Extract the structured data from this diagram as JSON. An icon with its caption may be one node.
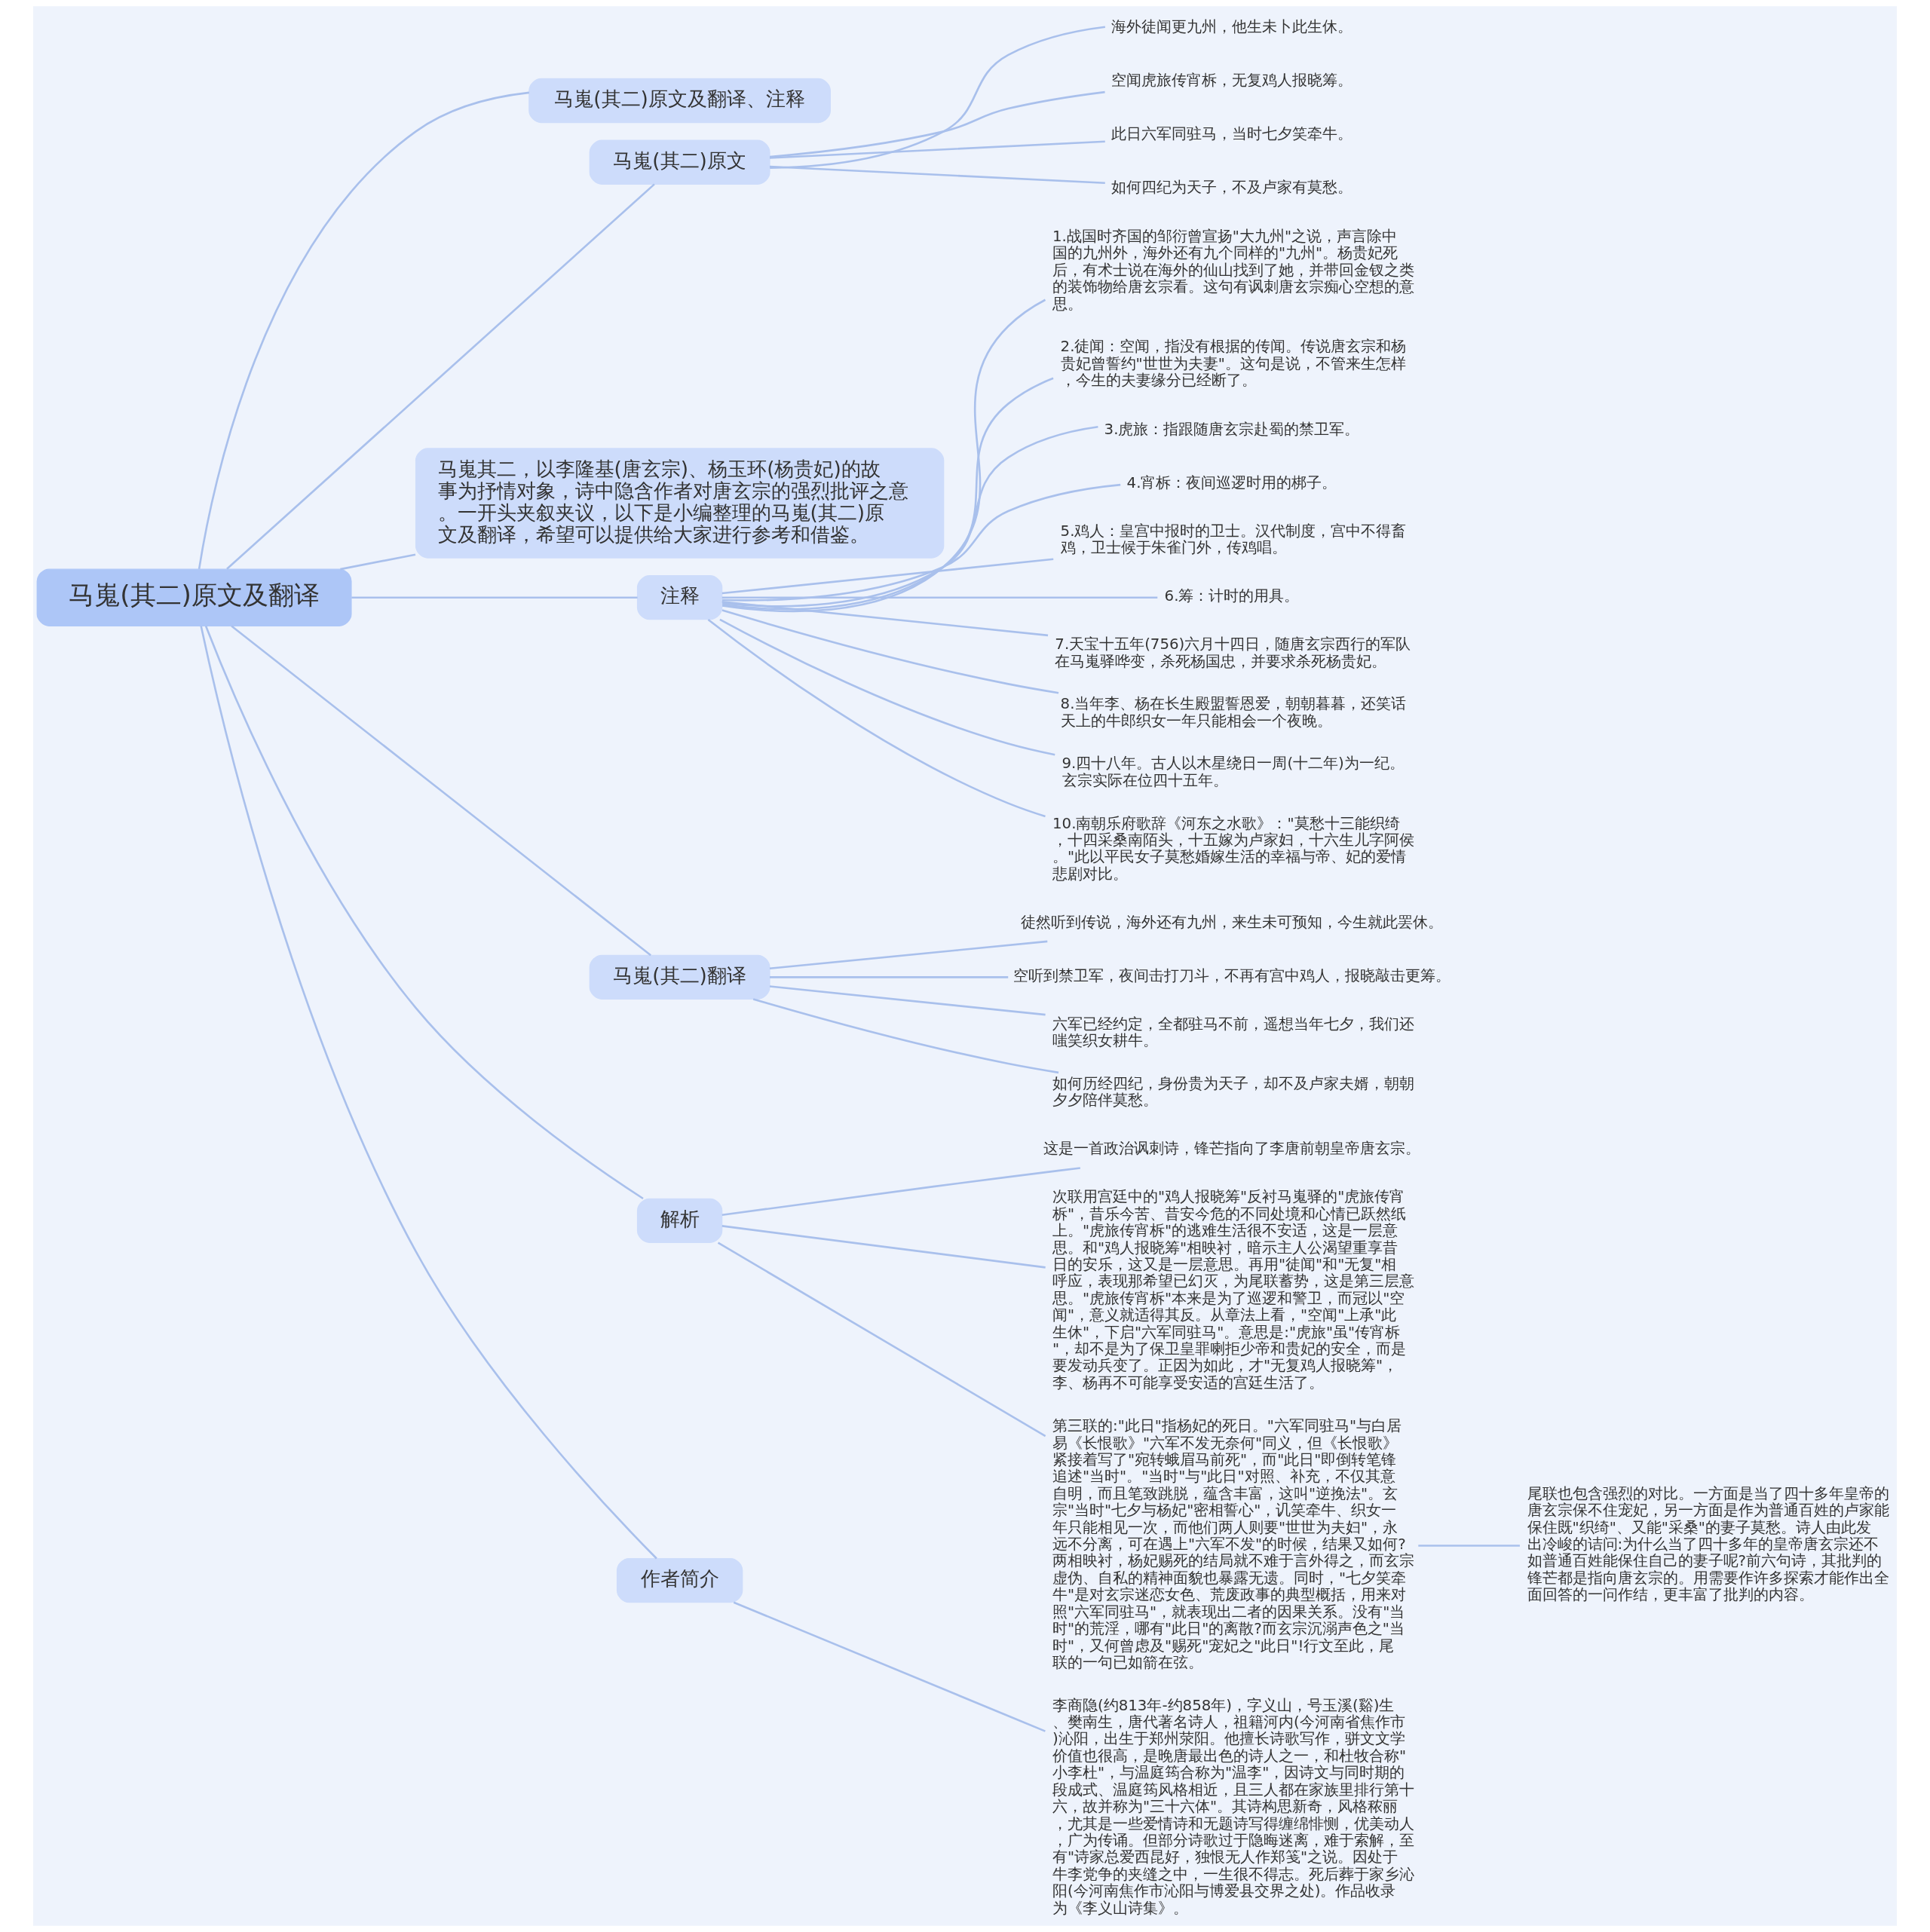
{
  "diagram": {
    "nodes": [
      {
        "text": [
          "马嵬(其二)原文及翻译"
        ]
      },
      {
        "text": [
          "马嵬(其二)原文及翻译、注释"
        ]
      },
      {
        "text": [
          "马嵬(其二)原文"
        ]
      },
      {
        "text": [
          "海外徒闻更九州，他生未卜此生休。"
        ]
      },
      {
        "text": [
          "空闻虎旅传宵柝，无复鸡人报晓筹。"
        ]
      },
      {
        "text": [
          "此日六军同驻马，当时七夕笑牵牛。"
        ]
      },
      {
        "text": [
          "如何四纪为天子，不及卢家有莫愁。"
        ]
      },
      {
        "text": [
          "马嵬其二，以李隆基(唐玄宗)、杨玉环(杨贵妃)的故事为抒情对象，诗中隐含作者对唐玄宗的强烈批评之意。一开头夹叙夹议，以下是小编整理的马嵬(其二)原文及翻译，希望可以提供给大家进行参考和借鉴。"
        ]
      },
      {
        "text": [
          "注释"
        ]
      },
      {
        "text": [
          "1.战国时齐国的邹衍曾宣扬\"大九州\"之说，声言除中国的九州外，海外还有九个同样的\"九州\"。杨贵妃死后，有术士说在海外的仙山找到了她，并带回金钗之类的装饰物给唐玄宗看。这句有讽刺唐玄宗痴心空想的意思。"
        ]
      },
      {
        "text": [
          "2.徒闻：空闻，指没有根据的传闻。传说唐玄宗和杨贵妃曾誓约\"世世为夫妻\"。这句是说，不管来生怎样，今生的夫妻缘分已经断了。"
        ]
      },
      {
        "text": [
          "3.虎旅：指跟随唐玄宗赴蜀的禁卫军。"
        ]
      },
      {
        "text": [
          "4.宵柝：夜间巡逻时用的梆子。"
        ]
      },
      {
        "text": [
          "5.鸡人：皇宫中报时的卫士。汉代制度，宫中不得畜鸡，卫士候于朱雀门外，传鸡唱。"
        ]
      },
      {
        "text": [
          "6.筹：计时的用具。"
        ]
      },
      {
        "text": [
          "7.天宝十五年(756)六月十四日，随唐玄宗西行的军队在马嵬驿哗变，杀死杨国忠，并要求杀死杨贵妃。"
        ]
      },
      {
        "text": [
          "8.当年李、杨在长生殿盟誓恩爱，朝朝暮暮，还笑话天上的牛郎织女一年只能相会一个夜晚。"
        ]
      },
      {
        "text": [
          "9.四十八年。古人以木星绕日一周(十二年)为一纪。玄宗实际在位四十五年。"
        ]
      },
      {
        "text": [
          "10.南朝乐府歌辞《河东之水歌》：\"莫愁十三能织绮，十四采桑南陌头，十五嫁为卢家妇，十六生儿字阿侯。\"此以平民女子莫愁婚嫁生活的幸福与帝、妃的爱情悲剧对比。"
        ]
      },
      {
        "text": [
          "马嵬(其二)翻译"
        ]
      },
      {
        "text": [
          "徒然听到传说，海外还有九州，来生未可预知，今生就此罢休。"
        ]
      },
      {
        "text": [
          "空听到禁卫军，夜间击打刀斗，不再有宫中鸡人，报晓敲击更筹。"
        ]
      },
      {
        "text": [
          "六军已经约定，全都驻马不前，遥想当年七夕，我们还嗤笑织女耕牛。"
        ]
      },
      {
        "text": [
          "如何历经四纪，身份贵为天子，却不及卢家夫婿，朝朝夕夕陪伴莫愁。"
        ]
      },
      {
        "text": [
          "解析"
        ]
      },
      {
        "text": [
          "这是一首政治讽刺诗，锋芒指向了李唐前朝皇帝唐玄宗。"
        ]
      },
      {
        "text": [
          "次联用宫廷中的\"鸡人报晓筹\"反衬马嵬驿的\"虎旅传宵柝\"，昔乐今苦、昔安今危的不同处境和心情已跃然纸上。\"虎旅传宵柝\"的逃难生活很不安适，这是一层意思。和\"鸡人报晓筹\"相映衬，暗示主人公渴望重享昔日的安乐，这又是一层意思。再用\"徒闻\"和\"无复\"相呼应，表现那希望已幻灭，为尾联蓄势，这是第三层意思。\"虎旅传宵柝\"本来是为了巡逻和警卫，而冠以\"空闻\"，意义就适得其反。从章法上看，\"空闻\"上承\"此生休\"，下启\"六军同驻马\"。意思是:\"虎旅\"虽\"传宵柝\"，却不是为了保卫皇罪喇拒少帝和贵妃的安全，而是要发动兵变了。正因为如此，才\"无复鸡人报晓筹\"，李、杨再不可能享受安适的宫廷生活了。"
        ]
      },
      {
        "text": [
          "第三联的:\"此日\"指杨妃的死日。\"六军同驻马\"与白居易《长恨歌》\"六军不发无奈何\"同义，但《长恨歌》紧接着写了\"宛转蛾眉马前死\"，而\"此日\"即倒转笔锋追述\"当时\"。\"当时\"与\"此日\"对照、补充，不仅其意自明，而且笔致跳脱，蕴含丰富，这叫\"逆挽法\"。玄宗\"当时\"七夕与杨妃\"密相誓心\"，讥笑牵牛、织女一年只能相见一次，而他们两人则要\"世世为夫妇\"，永远不分离，可在遇上\"六军不发\"的时候，结果又如何?两相映衬，杨妃赐死的结局就不难于言外得之，而玄宗虚伪、自私的精神面貌也暴露无遗。同时，\"七夕笑牵牛\"是对玄宗迷恋女色、荒废政事的典型概括，用来对照\"六军同驻马\"，就表现出二者的因果关系。没有\"当时\"的荒淫，哪有\"此日\"的离散?而玄宗沉溺声色之\"当时\"，又何曾虑及\"赐死\"宠妃之\"此日\"!行文至此，尾联的一句已如箭在弦。"
        ]
      },
      {
        "text": [
          "尾联也包含强烈的对比。一方面是当了四十多年皇帝的唐玄宗保不住宠妃，另一方面是作为普通百姓的卢家能保住既\"织绮\"、又能\"采桑\"的妻子莫愁。诗人由此发出冷峻的诘问:为什么当了四十多年的皇帝唐玄宗还不如普通百姓能保住自己的妻子呢?前六句诗，其批判的锋芒都是指向唐玄宗的。用需要作许多探索才能作出全面回答的一问作结，更丰富了批判的内容。"
        ]
      },
      {
        "text": [
          "作者简介"
        ]
      },
      {
        "text": [
          "李商隐(约813年-约858年)，字义山，号玉溪(谿)生、樊南生，唐代著名诗人，祖籍河内(今河南省焦作市)沁阳，出生于郑州荥阳。他擅长诗歌写作，骈文文学价值也很高，是晚唐最出色的诗人之一，和杜牧合称\"小李杜\"，与温庭筠合称为\"温李\"，因诗文与同时期的段成式、温庭筠风格相近，且三人都在家族里排行第十六，故并称为\"三十六体\"。其诗构思新奇，风格秾丽，尤其是一些爱情诗和无题诗写得缠绵悱恻，优美动人，广为传诵。但部分诗歌过于隐晦迷离，难于索解，至有\"诗家总爱西昆好，独恨无人作郑笺\"之说。因处于牛李党争的夹缝之中，一生很不得志。死后葬于家乡沁阳(今河南焦作市沁阳与博爱县交界之处)。作品收录为《李义山诗集》。"
        ]
      }
    ],
    "edges": [
      {
        "from": 0,
        "to": 1,
        "arrow": "none"
      },
      {
        "from": 0,
        "to": 2,
        "arrow": "none"
      },
      {
        "from": 2,
        "to": 3,
        "arrow": "none"
      },
      {
        "from": 2,
        "to": 4,
        "arrow": "none"
      },
      {
        "from": 2,
        "to": 5,
        "arrow": "none"
      },
      {
        "from": 2,
        "to": 6,
        "arrow": "none"
      },
      {
        "from": 0,
        "to": 7,
        "arrow": "none"
      },
      {
        "from": 0,
        "to": 8,
        "arrow": "none"
      },
      {
        "from": 8,
        "to": 9,
        "arrow": "none"
      },
      {
        "from": 8,
        "to": 10,
        "arrow": "none"
      },
      {
        "from": 8,
        "to": 11,
        "arrow": "none"
      },
      {
        "from": 8,
        "to": 12,
        "arrow": "none"
      },
      {
        "from": 8,
        "to": 13,
        "arrow": "none"
      },
      {
        "from": 8,
        "to": 14,
        "arrow": "none"
      },
      {
        "from": 8,
        "to": 15,
        "arrow": "none"
      },
      {
        "from": 8,
        "to": 16,
        "arrow": "none"
      },
      {
        "from": 8,
        "to": 17,
        "arrow": "none"
      },
      {
        "from": 8,
        "to": 18,
        "arrow": "none"
      },
      {
        "from": 0,
        "to": 19,
        "arrow": "none"
      },
      {
        "from": 19,
        "to": 20,
        "arrow": "none"
      },
      {
        "from": 19,
        "to": 21,
        "arrow": "none"
      },
      {
        "from": 19,
        "to": 22,
        "arrow": "none"
      },
      {
        "from": 19,
        "to": 23,
        "arrow": "none"
      },
      {
        "from": 0,
        "to": 24,
        "arrow": "none"
      },
      {
        "from": 24,
        "to": 25,
        "arrow": "none"
      },
      {
        "from": 24,
        "to": 26,
        "arrow": "none"
      },
      {
        "from": 24,
        "to": 27,
        "arrow": "none"
      },
      {
        "from": 27,
        "to": 28,
        "arrow": "none"
      },
      {
        "from": 0,
        "to": 29,
        "arrow": "none"
      },
      {
        "from": 29,
        "to": 30,
        "arrow": "none"
      }
    ]
  }
}
